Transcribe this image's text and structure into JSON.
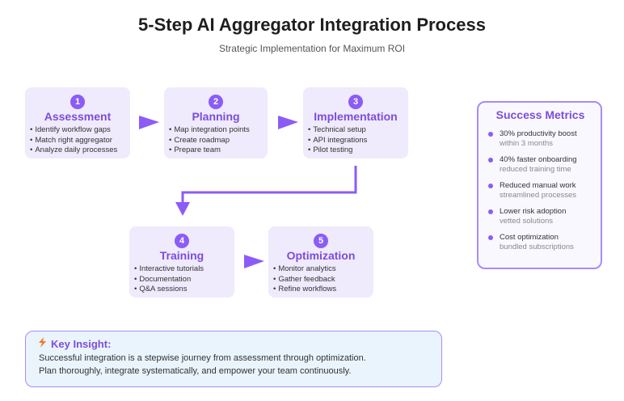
{
  "header": {
    "title": "5-Step AI Aggregator Integration Process",
    "subtitle": "Strategic Implementation for Maximum ROI"
  },
  "steps": [
    {
      "number": "1",
      "title": "Assessment",
      "items": [
        "Identify workflow gaps",
        "Match right aggregator",
        "Analyze daily processes"
      ]
    },
    {
      "number": "2",
      "title": "Planning",
      "items": [
        "Map integration points",
        "Create roadmap",
        "Prepare team"
      ]
    },
    {
      "number": "3",
      "title": "Implementation",
      "items": [
        "Technical setup",
        "API integrations",
        "Pilot testing"
      ]
    },
    {
      "number": "4",
      "title": "Training",
      "items": [
        "Interactive tutorials",
        "Documentation",
        "Q&A sessions"
      ]
    },
    {
      "number": "5",
      "title": "Optimization",
      "items": [
        "Monitor analytics",
        "Gather feedback",
        "Refine workflows"
      ]
    }
  ],
  "metrics": {
    "title": "Success Metrics",
    "items": [
      {
        "main": "30% productivity boost",
        "sub": "within 3 months"
      },
      {
        "main": "40% faster onboarding",
        "sub": "reduced training time"
      },
      {
        "main": "Reduced manual work",
        "sub": "streamlined processes"
      },
      {
        "main": "Lower risk adoption",
        "sub": "vetted solutions"
      },
      {
        "main": "Cost optimization",
        "sub": "bundled subscriptions"
      }
    ]
  },
  "insight": {
    "icon": "lightning-bolt-icon",
    "heading": "Key Insight:",
    "line1": "Successful integration is a stepwise journey from assessment through optimization.",
    "line2": "Plan thoroughly, integrate systematically, and empower your team continuously."
  },
  "colors": {
    "accent": "#8b5cf6",
    "step_bg": "#efeafc",
    "title_purple": "#7c4ddb",
    "insight_bg": "#eaf4fd",
    "bolt": "#f07a2a"
  }
}
